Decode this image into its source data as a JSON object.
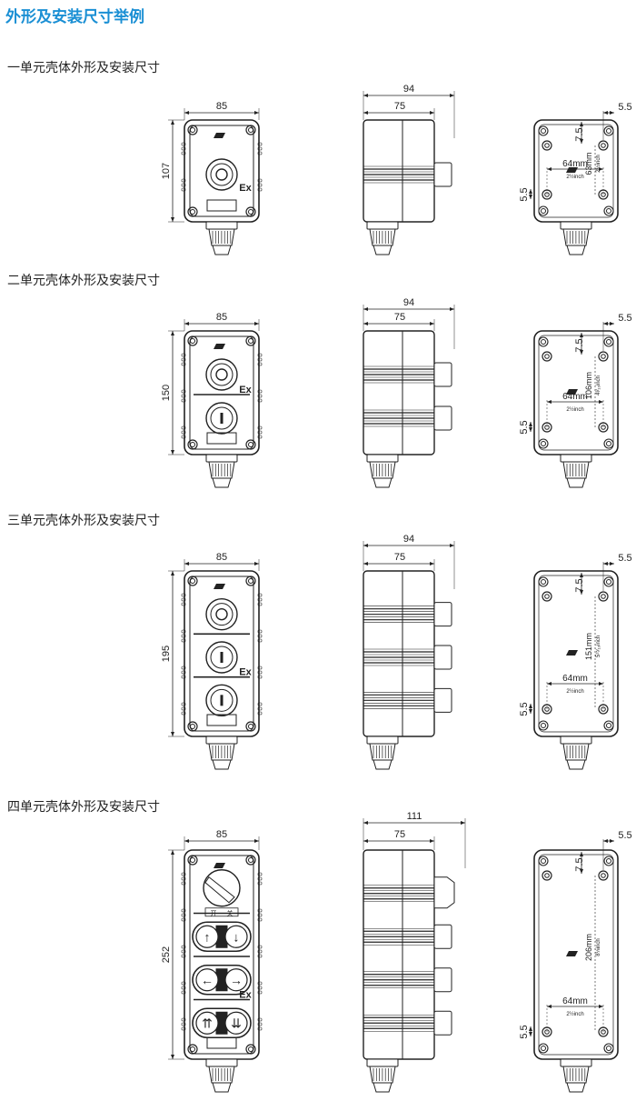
{
  "title": "外形及安装尺寸举例",
  "colors": {
    "title": "#1a8fd4",
    "line": "#222222"
  },
  "rows": [
    {
      "heading": "一单元壳体外形及安装尺寸",
      "width": "85",
      "height": "107",
      "depth": "94",
      "body_depth": "75",
      "units": [
        "button"
      ],
      "hole_edge": "5.5",
      "hole_top": "7.5",
      "hole_left": "5.5",
      "hole_v": "63mm",
      "hole_v_inch": "2½inch",
      "hole_h": "64mm",
      "hole_h_inch": "2½inch",
      "ex": "Ex"
    },
    {
      "heading": "二单元壳体外形及安装尺寸",
      "width": "85",
      "height": "150",
      "depth": "94",
      "body_depth": "75",
      "units": [
        "button",
        "knob"
      ],
      "hole_edge": "5.5",
      "hole_top": "7.5",
      "hole_left": "5.5",
      "hole_v": "106mm",
      "hole_v_inch": "4³⁄₁₆inch",
      "hole_h": "64mm",
      "hole_h_inch": "2½inch",
      "ex": "Ex"
    },
    {
      "heading": "三单元壳体外形及安装尺寸",
      "width": "85",
      "height": "195",
      "depth": "94",
      "body_depth": "75",
      "units": [
        "button",
        "knob",
        "knob"
      ],
      "hole_edge": "5.5",
      "hole_top": "7.5",
      "hole_left": "5.5",
      "hole_v": "151mm",
      "hole_v_inch": "5¹⁵⁄₁₆inch",
      "hole_h": "64mm",
      "hole_h_inch": "2½inch",
      "ex": "Ex"
    },
    {
      "heading": "四单元壳体外形及安装尺寸",
      "width": "85",
      "height": "252",
      "depth": "111",
      "body_depth": "75",
      "units": [
        "switch",
        "pair-updown",
        "pair-leftright",
        "pair-double"
      ],
      "hole_edge": "5.5",
      "hole_top": "7.5",
      "hole_left": "5.5",
      "hole_v": "206mm",
      "hole_v_inch": "8⅛inch",
      "hole_h": "64mm",
      "hole_h_inch": "2½inch",
      "ex": "Ex",
      "switch_labels": [
        "开",
        "关"
      ]
    }
  ]
}
